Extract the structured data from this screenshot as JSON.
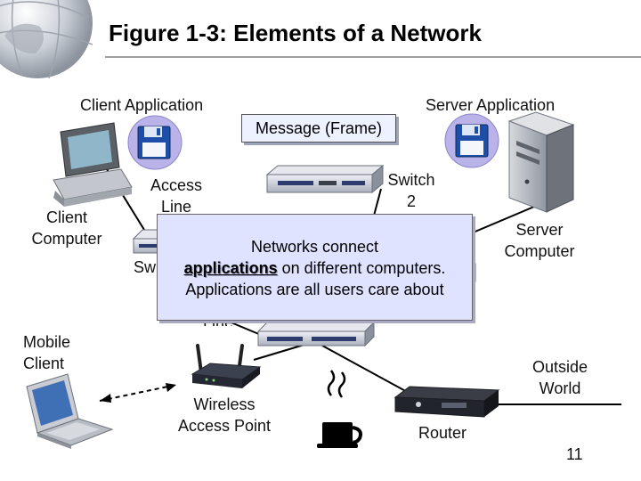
{
  "title": "Figure 1-3: Elements of a Network",
  "labels": {
    "client_application": "Client Application",
    "server_application": "Server Application",
    "message_frame": "Message (Frame)",
    "access_line_top": [
      "Access",
      "Line"
    ],
    "switch_2": [
      "Switch",
      "2"
    ],
    "client_computer": [
      "Client",
      "Computer"
    ],
    "server_computer": [
      "Server",
      "Computer"
    ],
    "switch_partial": "Sw",
    "line_partial": "Line",
    "mobile_client": [
      "Mobile",
      "Client"
    ],
    "outside_world": [
      "Outside",
      "World"
    ],
    "wireless_access_point": [
      "Wireless",
      "Access Point"
    ],
    "router": "Router",
    "page_number": "11"
  },
  "callout": {
    "line1": "Networks connect",
    "line2_emphasis": "applications",
    "line2_rest": " on different computers.",
    "line3": "Applications are all users care about"
  },
  "colors": {
    "callout_fill": "#dfe3ff",
    "message_fill": "#eef1ff",
    "floppy_circle": "#b9b3ea",
    "device_gray": "#c8ccd6",
    "device_dark": "#2c2f3a"
  },
  "icons": [
    "globe-icon",
    "floppy-disk-icon",
    "desktop-computer-icon",
    "server-tower-icon",
    "network-switch-icon",
    "wireless-router-icon",
    "laptop-icon",
    "router-icon",
    "coffee-cup-icon"
  ]
}
